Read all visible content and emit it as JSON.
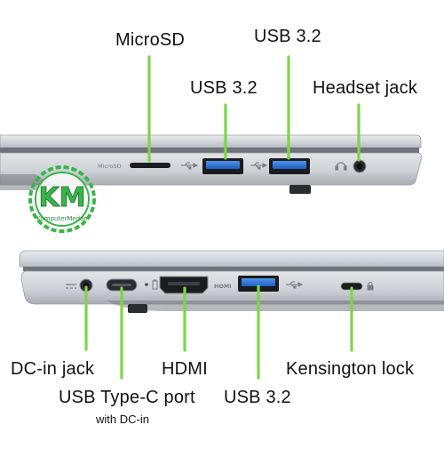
{
  "colors": {
    "callout": "#7fd44a",
    "usb_blue": "#2e74d6",
    "chassis": "#c9ccd1",
    "chassis_dark": "#6f737a",
    "port": "#1b1c1f",
    "logo_green": "#39b54a"
  },
  "logo": {
    "mark": "KM",
    "text": "KomputerMedan"
  },
  "top_panel": {
    "labels": {
      "microsd": "MicroSD",
      "usb_a": "USB 3.2",
      "usb_b": "USB 3.2",
      "headset": "Headset jack"
    },
    "engraved": {
      "microsd": "MicroSD"
    }
  },
  "bottom_panel": {
    "labels": {
      "dc_in": "DC-in jack",
      "usb_c": "USB Type-C port",
      "usb_c_sub": "with DC-in",
      "hdmi": "HDMI",
      "usb": "USB 3.2",
      "kensington": "Kensington lock"
    },
    "engraved": {
      "hdmi": "HDMI"
    }
  }
}
